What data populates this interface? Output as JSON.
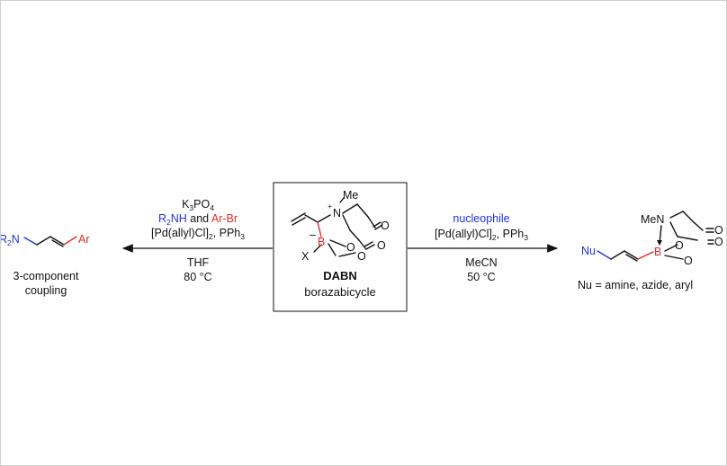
{
  "center": {
    "compound_name": "DABN",
    "compound_desc": "borazabicycle",
    "atoms": {
      "N": "N",
      "Me": "Me",
      "plus": "+",
      "B": "B",
      "minus": "–",
      "X": "X",
      "O1": "O",
      "O2": "O",
      "O3": "O",
      "O4": "O"
    }
  },
  "left_conditions": {
    "line1": "K3PO4",
    "line2_a": "R2NH",
    "line2_b": "and",
    "line2_c": "Ar-Br",
    "line3": "[Pd(allyl)Cl]2, PPh3",
    "line4": "THF",
    "line5": "80 °C"
  },
  "left_product": {
    "amine": "R2N",
    "aryl": "Ar",
    "caption_line1": "3-component",
    "caption_line2": "coupling"
  },
  "right_conditions": {
    "line1": "nucleophile",
    "line2": "[Pd(allyl)Cl]2, PPh3",
    "line3": "MeCN",
    "line4": "50 °C"
  },
  "right_product": {
    "nu": "Nu",
    "men": "MeN",
    "B": "B",
    "O1": "O",
    "O2": "O",
    "O3": "O",
    "O4": "O",
    "caption": "Nu = amine, azide, aryl"
  },
  "colors": {
    "blue": "#1f33d6",
    "red": "#e02a2a",
    "black": "#111111"
  }
}
